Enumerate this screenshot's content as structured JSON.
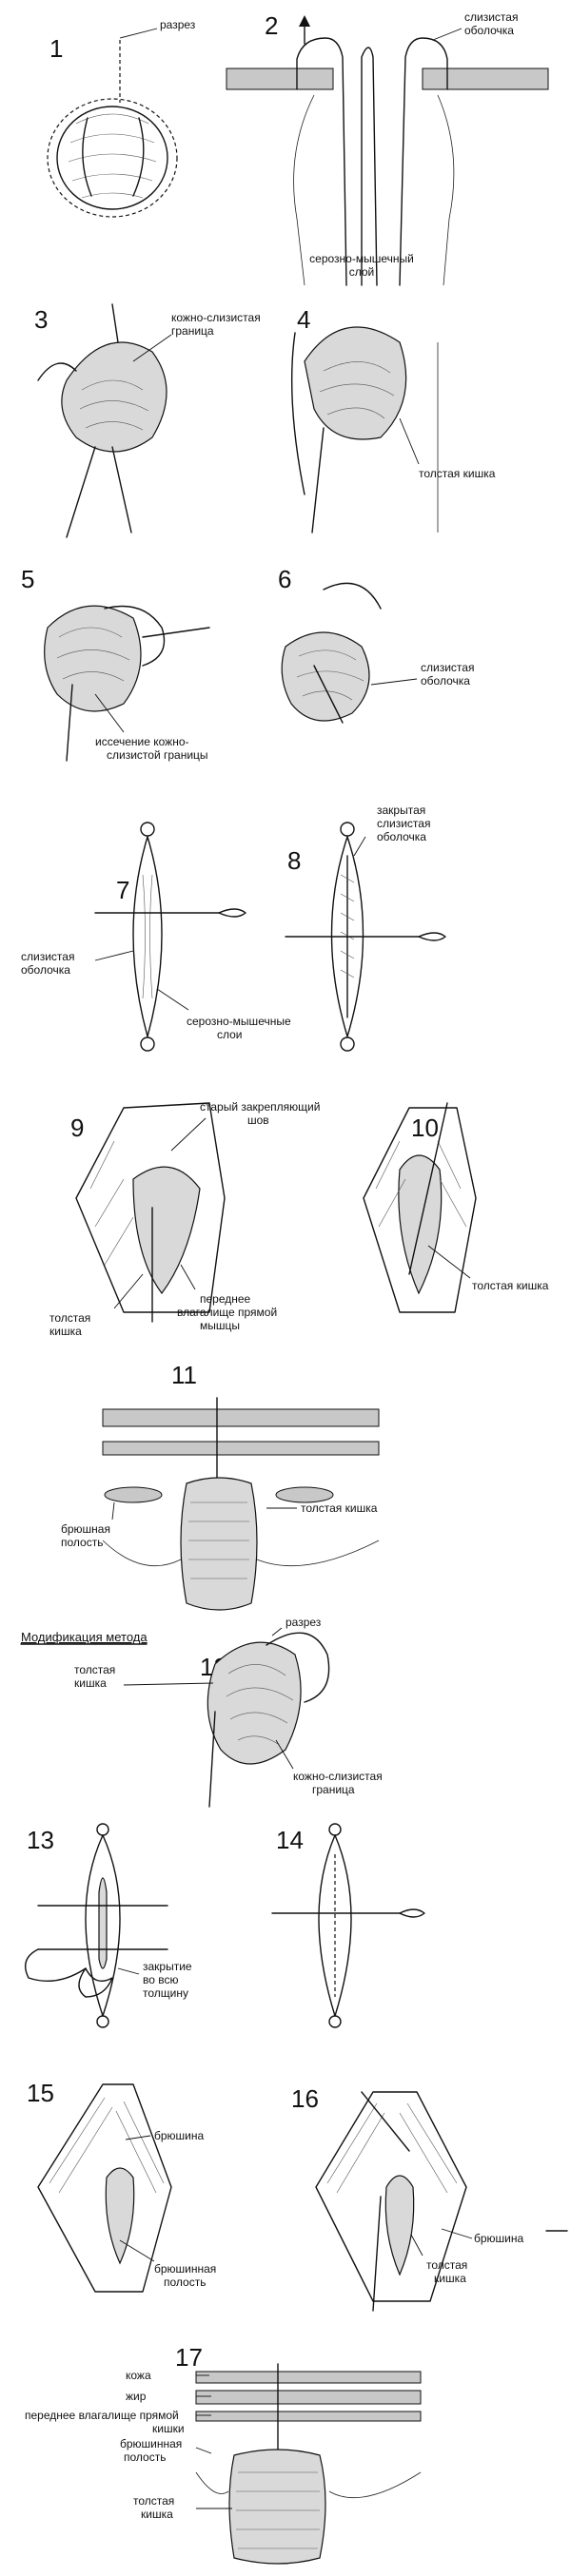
{
  "panels": {
    "p1": {
      "number": "1",
      "labels": [
        "разрез"
      ]
    },
    "p2": {
      "number": "2",
      "labels": [
        "слизистая",
        "оболочка",
        "серозно-мышечный",
        "слой"
      ]
    },
    "p3": {
      "number": "3",
      "labels": [
        "кожно-слизистая",
        "граница"
      ]
    },
    "p4": {
      "number": "4",
      "labels": [
        "толстая кишка"
      ]
    },
    "p5": {
      "number": "5",
      "labels": [
        "иссечение кожно-",
        "слизистой границы"
      ]
    },
    "p6": {
      "number": "6",
      "labels": [
        "слизистая",
        "оболочка"
      ]
    },
    "p7": {
      "number": "7",
      "labels": [
        "слизистая",
        "оболочка",
        "серозно-мышечные",
        "слои"
      ]
    },
    "p8": {
      "number": "8",
      "labels": [
        "закрытая",
        "слизистая",
        "оболочка"
      ]
    },
    "p9": {
      "number": "9",
      "labels": [
        "старый закрепляющий",
        "шов",
        "толстая",
        "кишка",
        "переднее",
        "влагалище прямой",
        "мышцы"
      ]
    },
    "p10": {
      "number": "10",
      "labels": [
        "толстая кишка"
      ]
    },
    "p11": {
      "number": "11",
      "labels": [
        "брюшная",
        "полость",
        "толстая кишка"
      ]
    },
    "modification": "Модификация метода",
    "p12": {
      "number": "12",
      "labels": [
        "разрез",
        "толстая",
        "кишка",
        "кожно-слизистая",
        "граница"
      ]
    },
    "p13": {
      "number": "13",
      "labels": [
        "закрытие",
        "во всю",
        "толщину"
      ]
    },
    "p14": {
      "number": "14",
      "labels": []
    },
    "p15": {
      "number": "15",
      "labels": [
        "брюшина",
        "брюшинная",
        "полость"
      ]
    },
    "p16": {
      "number": "16",
      "labels": [
        "брюшина",
        "толстая",
        "кишка"
      ]
    },
    "p17": {
      "number": "17",
      "labels": [
        "кожа",
        "жир",
        "переднее влагалище прямой",
        "кишки",
        "брюшинная",
        "полость",
        "толстая",
        "кишка"
      ]
    }
  }
}
